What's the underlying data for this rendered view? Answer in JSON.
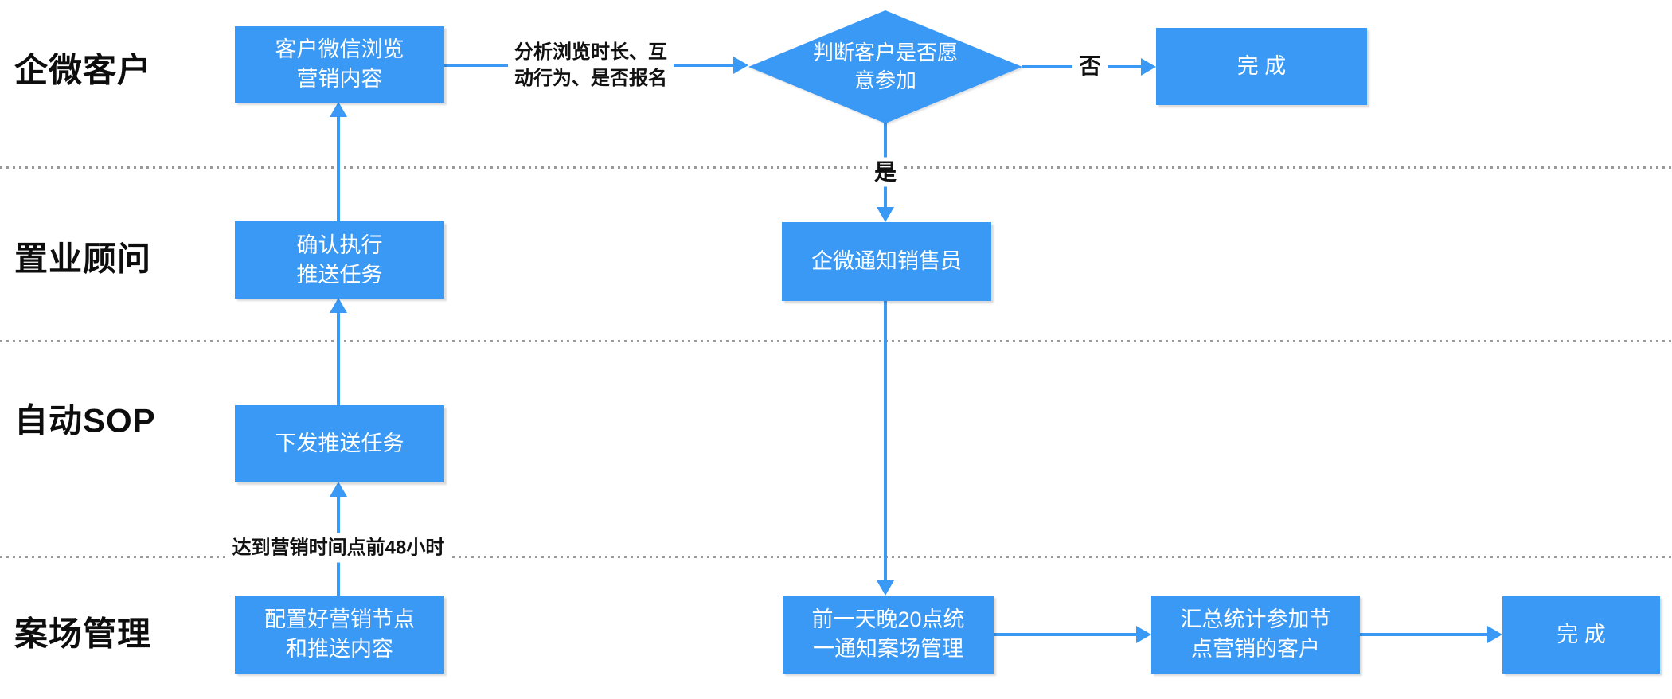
{
  "colors": {
    "node-blue": "#3a99f5",
    "lane-label": "#0d0d0d",
    "separator": "#9a9a9a"
  },
  "lanes": [
    {
      "label": "企微客户"
    },
    {
      "label": "置业顾问"
    },
    {
      "label": "自动SOP"
    },
    {
      "label": "案场管理"
    }
  ],
  "nodes": {
    "customer_browse": {
      "label": "客户微信浏览\n营销内容"
    },
    "decision": {
      "label": "判断客户是否愿\n意参加"
    },
    "done_top": {
      "label": "完 成"
    },
    "confirm_push": {
      "label": "确认执行\n推送任务"
    },
    "notify_sales": {
      "label": "企微通知销售员"
    },
    "dispatch_push": {
      "label": "下发推送任务"
    },
    "configure_nodes": {
      "label": "配置好营销节点\n和推送内容"
    },
    "notify_site": {
      "label": "前一天晚20点统\n一通知案场管理"
    },
    "summarize": {
      "label": "汇总统计参加节\n点营销的客户"
    },
    "done_bottom": {
      "label": "完 成"
    }
  },
  "edge_labels": {
    "analyze": "分析浏览时长、互\n动行为、是否报名",
    "no": "否",
    "yes": "是",
    "before48h": "达到营销时间点前48小时"
  }
}
